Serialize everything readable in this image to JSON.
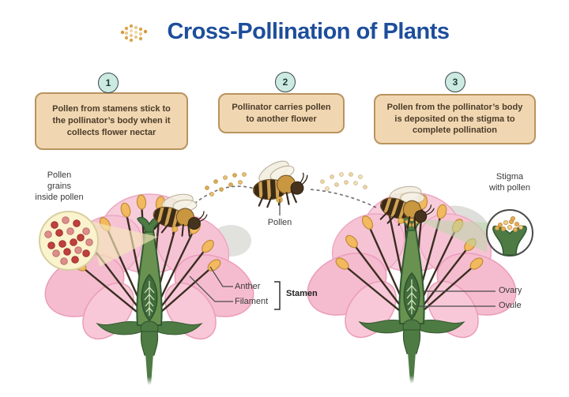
{
  "header": {
    "title": "Cross-Pollination of Plants",
    "icon": "pollen-cluster-icon"
  },
  "steps": [
    {
      "number": "1",
      "text": "Pollen from stamens stick to the pollinator’s body when it collects flower nectar"
    },
    {
      "number": "2",
      "text": "Pollinator carries pollen to another flower"
    },
    {
      "number": "3",
      "text": "Pollen from the pollinator’s body is deposited on the stigma to complete pollination"
    }
  ],
  "annotations": {
    "pollen_grains": {
      "lines": [
        "Pollen",
        "grains",
        "inside pollen"
      ]
    },
    "pollen": "Pollen",
    "stigma": {
      "lines": [
        "Stigma",
        "with pollen"
      ]
    },
    "anther": "Anther",
    "filament": "Filament",
    "stamen": "Stamen",
    "ovary": "Ovary",
    "ovule": "Ovule"
  },
  "colors": {
    "title_blue": "#1d4e9b",
    "step_box_fill": "#f1d7b1",
    "step_box_border": "#b9935f",
    "step_circle_fill": "#cdeae1",
    "petal_pink": "#f5bcd0",
    "leaf_green": "#4e7b44",
    "anther_gold": "#f2b95e",
    "pollen_grain_red": "#c0403e",
    "bee_gold": "#d2a352"
  }
}
